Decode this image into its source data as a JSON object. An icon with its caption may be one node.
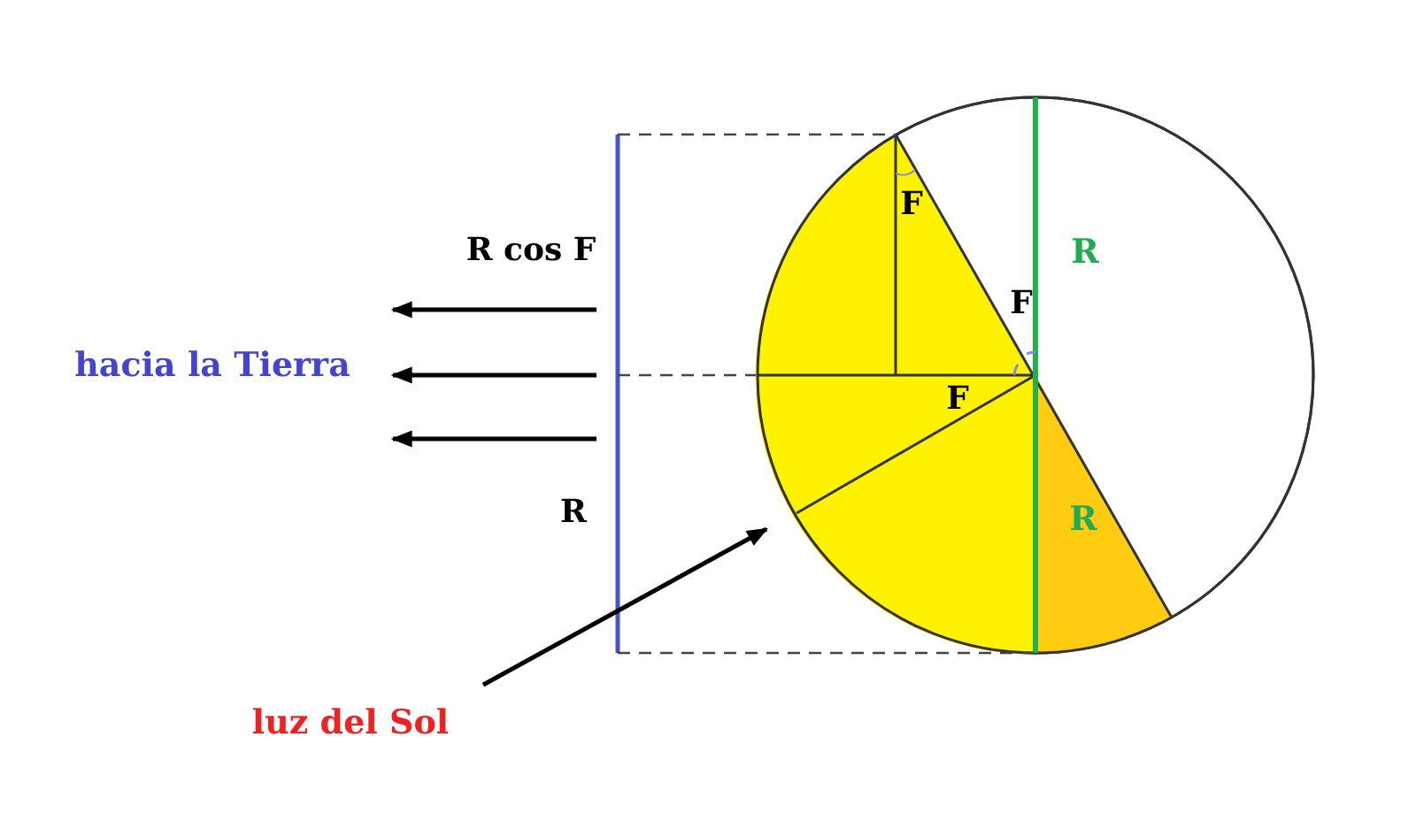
{
  "diagram": {
    "labels": [
      "R cos F",
      "hacia la Tierra",
      "R",
      "luz del Sol",
      "F",
      "F",
      "F",
      "R",
      "R"
    ]
  }
}
